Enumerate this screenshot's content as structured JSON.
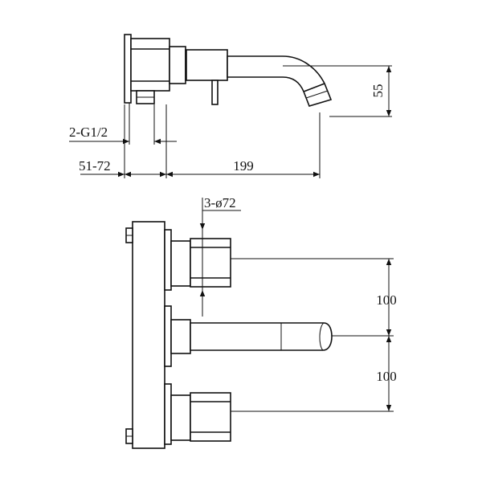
{
  "dimensions": {
    "spout_drop": "55",
    "inlet_thread": "2-G1/2",
    "wall_depth_range": "51-72",
    "spout_reach": "199",
    "cover_plates": "3-ø72",
    "upper_spacing": "100",
    "lower_spacing": "100"
  }
}
